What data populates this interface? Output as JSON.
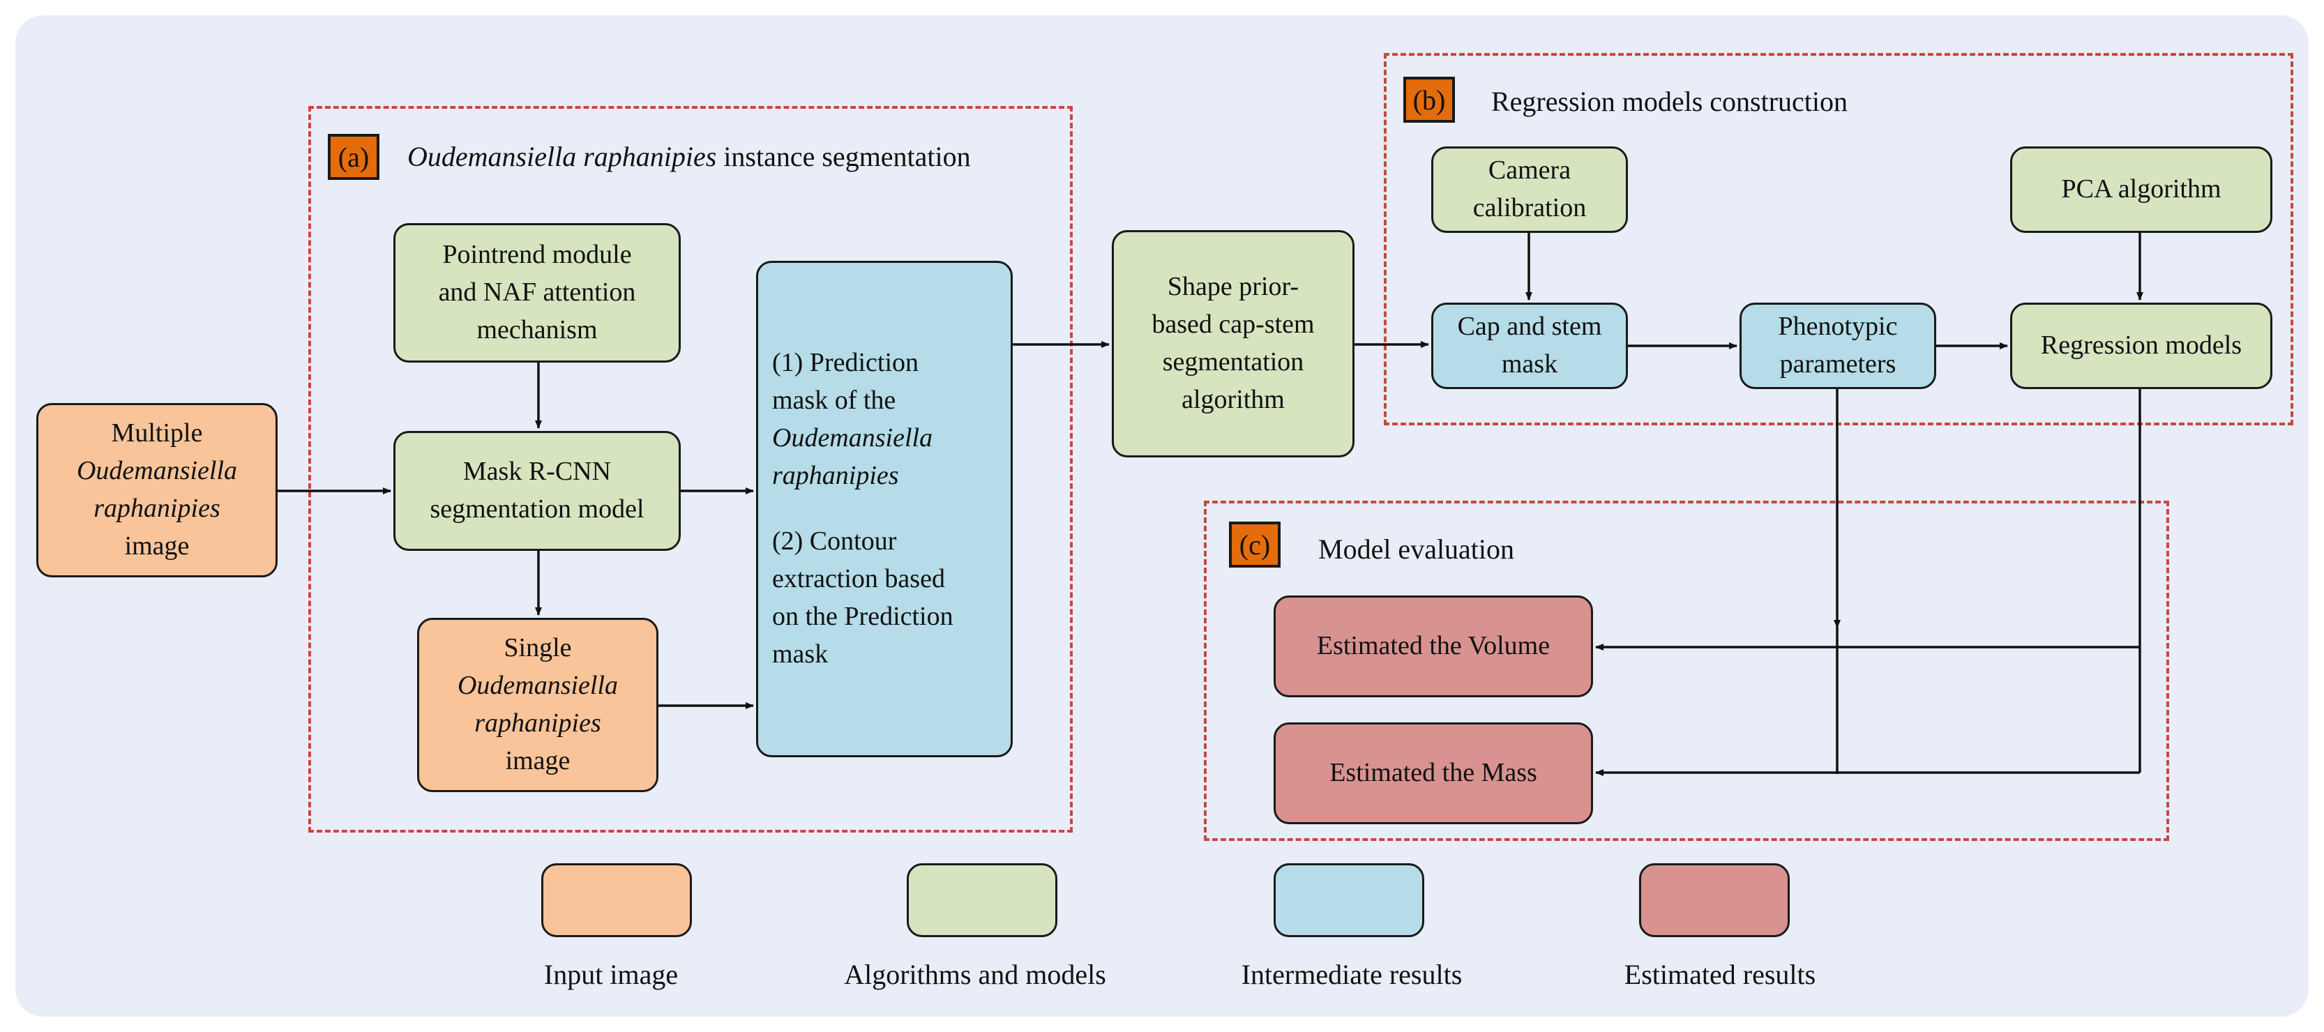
{
  "regions": {
    "a": {
      "badge": "(a)",
      "title_italic": "Oudemansiella raphanipies",
      "title_rest": " instance segmentation"
    },
    "b": {
      "badge": "(b)",
      "title": "Regression models construction"
    },
    "c": {
      "badge": "(c)",
      "title": "Model evaluation"
    }
  },
  "nodes": {
    "multiple": {
      "line1": "Multiple",
      "line2_italic": "Oudemansiella",
      "line3_italic": "raphanipies",
      "line4": "image"
    },
    "pointrend": {
      "line1": "Pointrend module",
      "line2": "and NAF attention",
      "line3": "mechanism"
    },
    "maskrcnn": {
      "line1": "Mask R-CNN",
      "line2": "segmentation model"
    },
    "single": {
      "line1": "Single",
      "line2_italic": "Oudemansiella",
      "line3_italic": "raphanipies",
      "line4": "image"
    },
    "prediction": {
      "p1_line1": "(1) Prediction",
      "p1_line2": "mask of the",
      "p1_line3_italic": "Oudemansiella",
      "p1_line4_italic": "raphanipies",
      "p2_line1": "(2) Contour",
      "p2_line2": "extraction based",
      "p2_line3": "on the Prediction",
      "p2_line4": "mask"
    },
    "shape": {
      "line1": "Shape prior-",
      "line2": "based cap-stem",
      "line3": "segmentation",
      "line4": "algorithm"
    },
    "camera": {
      "line1": "Camera",
      "line2": "calibration"
    },
    "capstem": {
      "line1": "Cap and stem",
      "line2": "mask"
    },
    "pheno": {
      "line1": "Phenotypic",
      "line2": "parameters"
    },
    "pca": {
      "label": "PCA algorithm"
    },
    "regression": {
      "label": "Regression models"
    },
    "volume": {
      "label": "Estimated the Volume"
    },
    "mass": {
      "label": "Estimated the Mass"
    }
  },
  "legend": [
    {
      "label": "Input image",
      "color": "#f9c49a"
    },
    {
      "label": "Algorithms and models",
      "color": "#d6e4bf"
    },
    {
      "label": "Intermediate results",
      "color": "#b5dce8"
    },
    {
      "label": "Estimated results",
      "color": "#d89290"
    }
  ],
  "colors": {
    "background": "#e8edf7",
    "region_border": "#c8483f",
    "badge": "#e46c0a"
  }
}
